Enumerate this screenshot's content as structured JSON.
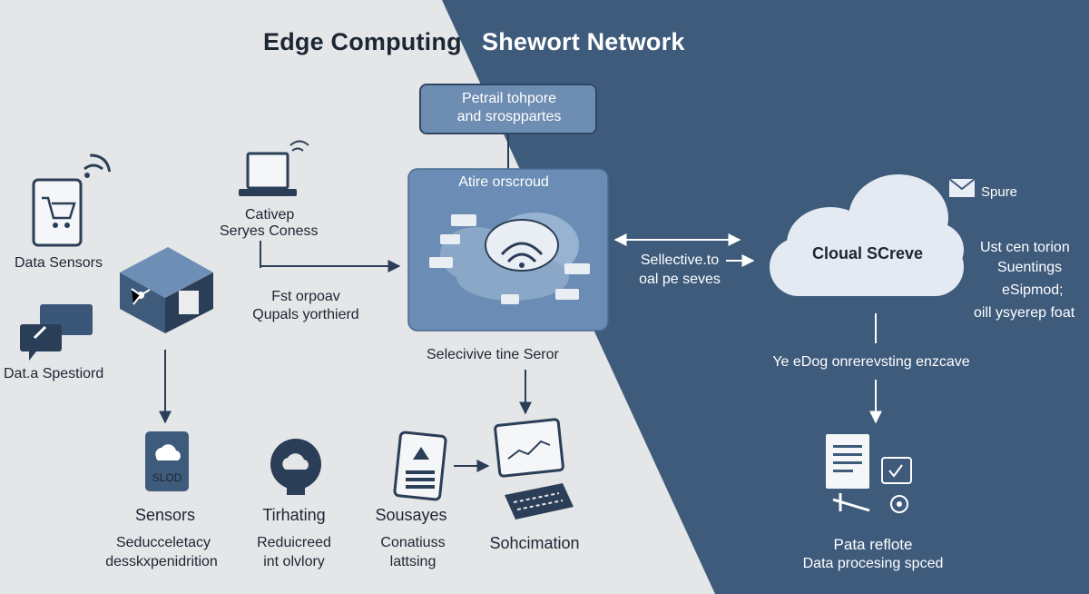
{
  "title_left": "Edge Computing",
  "title_right": "Shewort Network",
  "top_box": [
    "Petrail tohpore",
    "and srosppartes"
  ],
  "center_panel_title": "Atire orscroud",
  "center_caption": "Selecivive tine Seror",
  "left": {
    "data_sensors": "Data Sensors",
    "data_spestiord": "Dat.a Spestiord"
  },
  "middle": {
    "gateway": [
      "Cativep",
      "Seryes Coness"
    ],
    "fst": [
      "Fst orpoav",
      "Qupals yorthierd"
    ]
  },
  "arrow_caption": [
    "Sellective.to",
    "oal pe seves"
  ],
  "cloud_label": "Cloual SCreve",
  "spure_label": "Spure",
  "right_list": [
    "Ust cen torion",
    "Suentings",
    "eSipmod;",
    "oill ysyerep foat"
  ],
  "mid_right_caption": "Ye eDog onrerevsting enzcave",
  "bottom": {
    "sensors": {
      "title": "Sensors",
      "lines": [
        "Seducceletacy",
        "desskxpenidrition"
      ]
    },
    "chip_label": "SLOD",
    "tirhating": {
      "title": "Tirhating",
      "lines": [
        "Reduicreed",
        "int olvlory"
      ]
    },
    "sousayes": {
      "title": "Sousayes",
      "lines": [
        "Conatiuss",
        "lattsing"
      ]
    },
    "sohcimation": {
      "title": "Sohcimation"
    },
    "pata": {
      "title": "Pata reflote",
      "lines": [
        "Data procesing spced"
      ]
    }
  },
  "colors": {
    "background_light": "#e4e6e8",
    "background_dark": "#3e5b7c",
    "accent_blue": "#5a7ca3",
    "icon_dark": "#2b3e57"
  },
  "icons": [
    "shopping-cart-tablet-icon",
    "wifi-icon",
    "chat-bubbles-icon",
    "laptop-icon",
    "edge-box-icon",
    "cloud-chip-icon",
    "cloud-head-icon",
    "tablet-icon",
    "monitor-chart-icon",
    "keyboard-icon",
    "cloud-icon",
    "mail-icon",
    "document-icon",
    "clipboard-icon",
    "key-icon"
  ]
}
